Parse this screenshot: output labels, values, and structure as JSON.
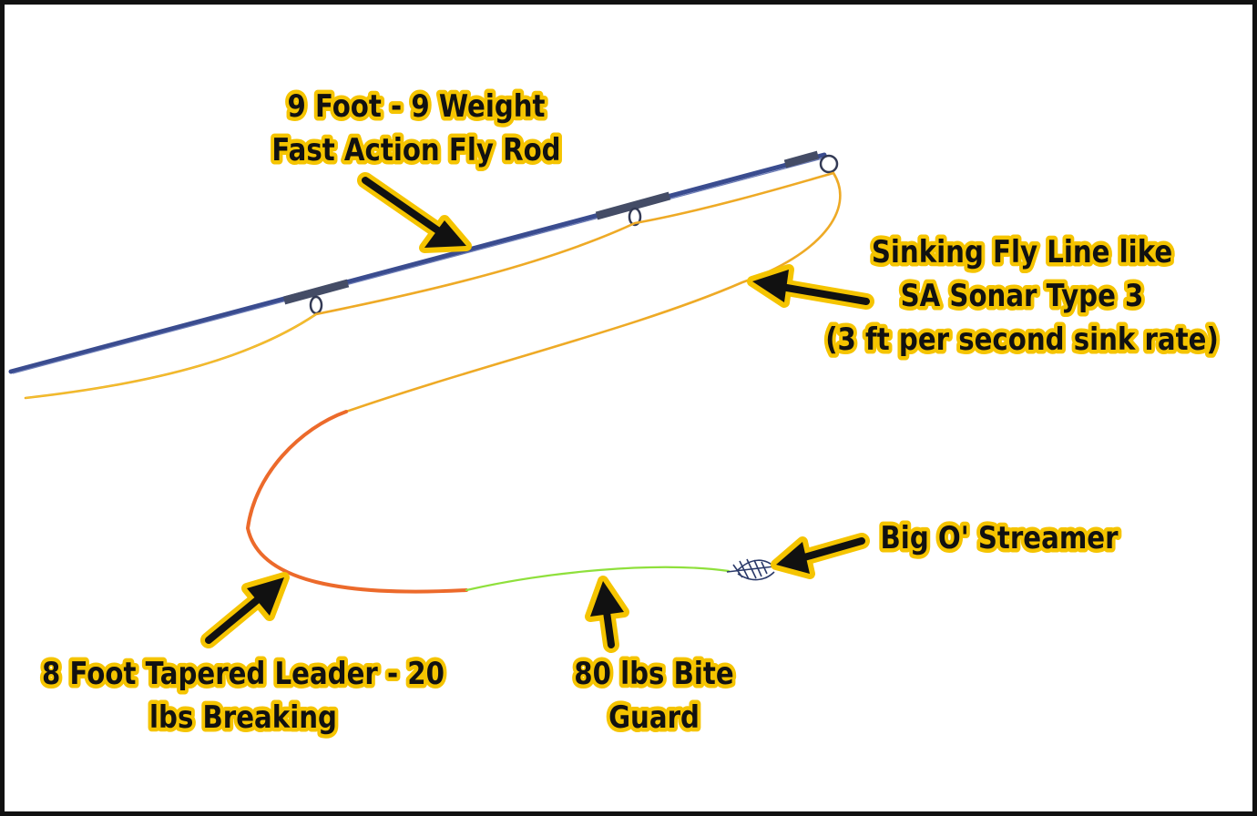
{
  "colors": {
    "rod": "#3a4c8f",
    "fly_line": "#eeaa26",
    "fly_line_running": "#f2c12e",
    "leader": "#ec6a2b",
    "bite_guard": "#8fe03c",
    "arrow": "#111111",
    "arrow_glow": "#f5c400",
    "label_text": "#111111",
    "label_glow": "#f5c400",
    "streamer": "#2b3a6a",
    "border": "#111111"
  },
  "labels": {
    "rod": {
      "line1": "9 Foot - 9 Weight",
      "line2": "Fast Action Fly Rod"
    },
    "fly_line": {
      "line1": "Sinking Fly Line like",
      "line2": "SA Sonar Type 3",
      "line3": "(3 ft per second sink rate)"
    },
    "streamer": {
      "line1": "Big O' Streamer"
    },
    "leader": {
      "line1": "8 Foot Tapered Leader - 20",
      "line2": "lbs Breaking"
    },
    "bite_guard": {
      "line1": "80 lbs Bite",
      "line2": "Guard"
    }
  },
  "icons": {
    "guide": "rod-guide-ring-icon",
    "streamer": "streamer-fly-icon",
    "arrow": "pointer-arrow-icon"
  }
}
